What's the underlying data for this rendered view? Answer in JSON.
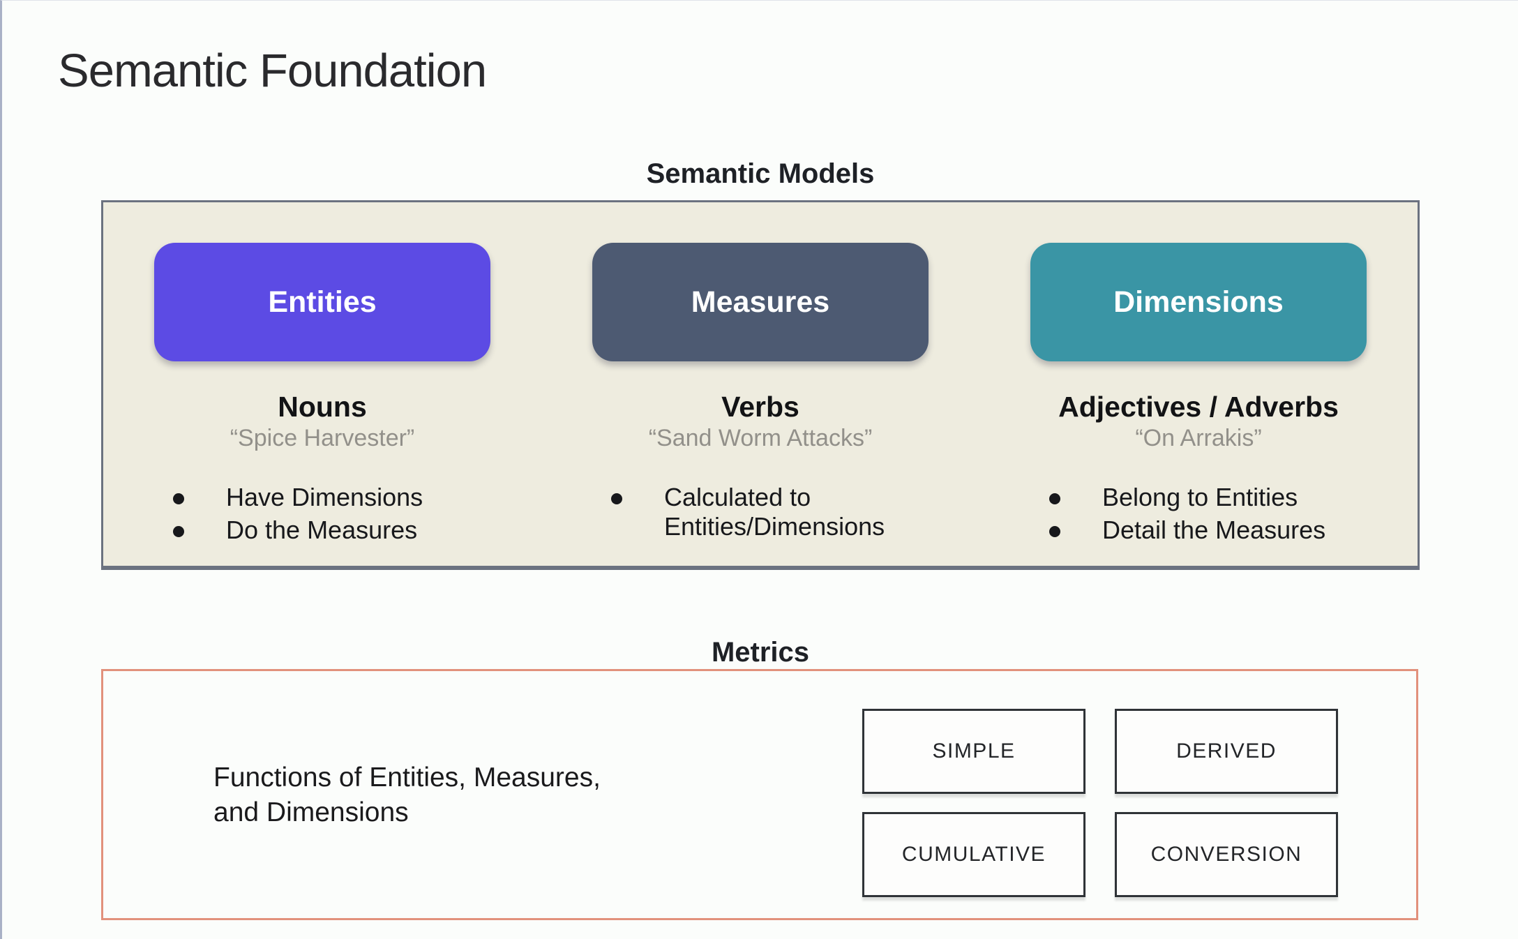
{
  "page": {
    "title": "Semantic Foundation"
  },
  "semantic_models": {
    "heading": "Semantic Models",
    "panel_bg_color": "#eeecdf",
    "panel_border_color": "#6b7280",
    "columns": [
      {
        "id": "entities",
        "button_label": "Entities",
        "button_color": "#5c4be4",
        "subtitle": "Nouns",
        "quote": "“Spice Harvester”",
        "bullets": [
          "Have Dimensions",
          "Do the Measures"
        ]
      },
      {
        "id": "measures",
        "button_label": "Measures",
        "button_color": "#4d5a72",
        "subtitle": "Verbs",
        "quote": "“Sand Worm Attacks”",
        "bullets": [
          "Calculated to Entities/Dimensions"
        ]
      },
      {
        "id": "dimensions",
        "button_label": "Dimensions",
        "button_color": "#3a95a5",
        "subtitle": "Adjectives / Adverbs",
        "quote": "“On Arrakis”",
        "bullets": [
          "Belong to Entities",
          "Detail the Measures"
        ]
      }
    ]
  },
  "metrics": {
    "heading": "Metrics",
    "border_color": "#e2917c",
    "description": "Functions of Entities, Measures,\nand Dimensions",
    "types": [
      "SIMPLE",
      "DERIVED",
      "CUMULATIVE",
      "CONVERSION"
    ]
  }
}
